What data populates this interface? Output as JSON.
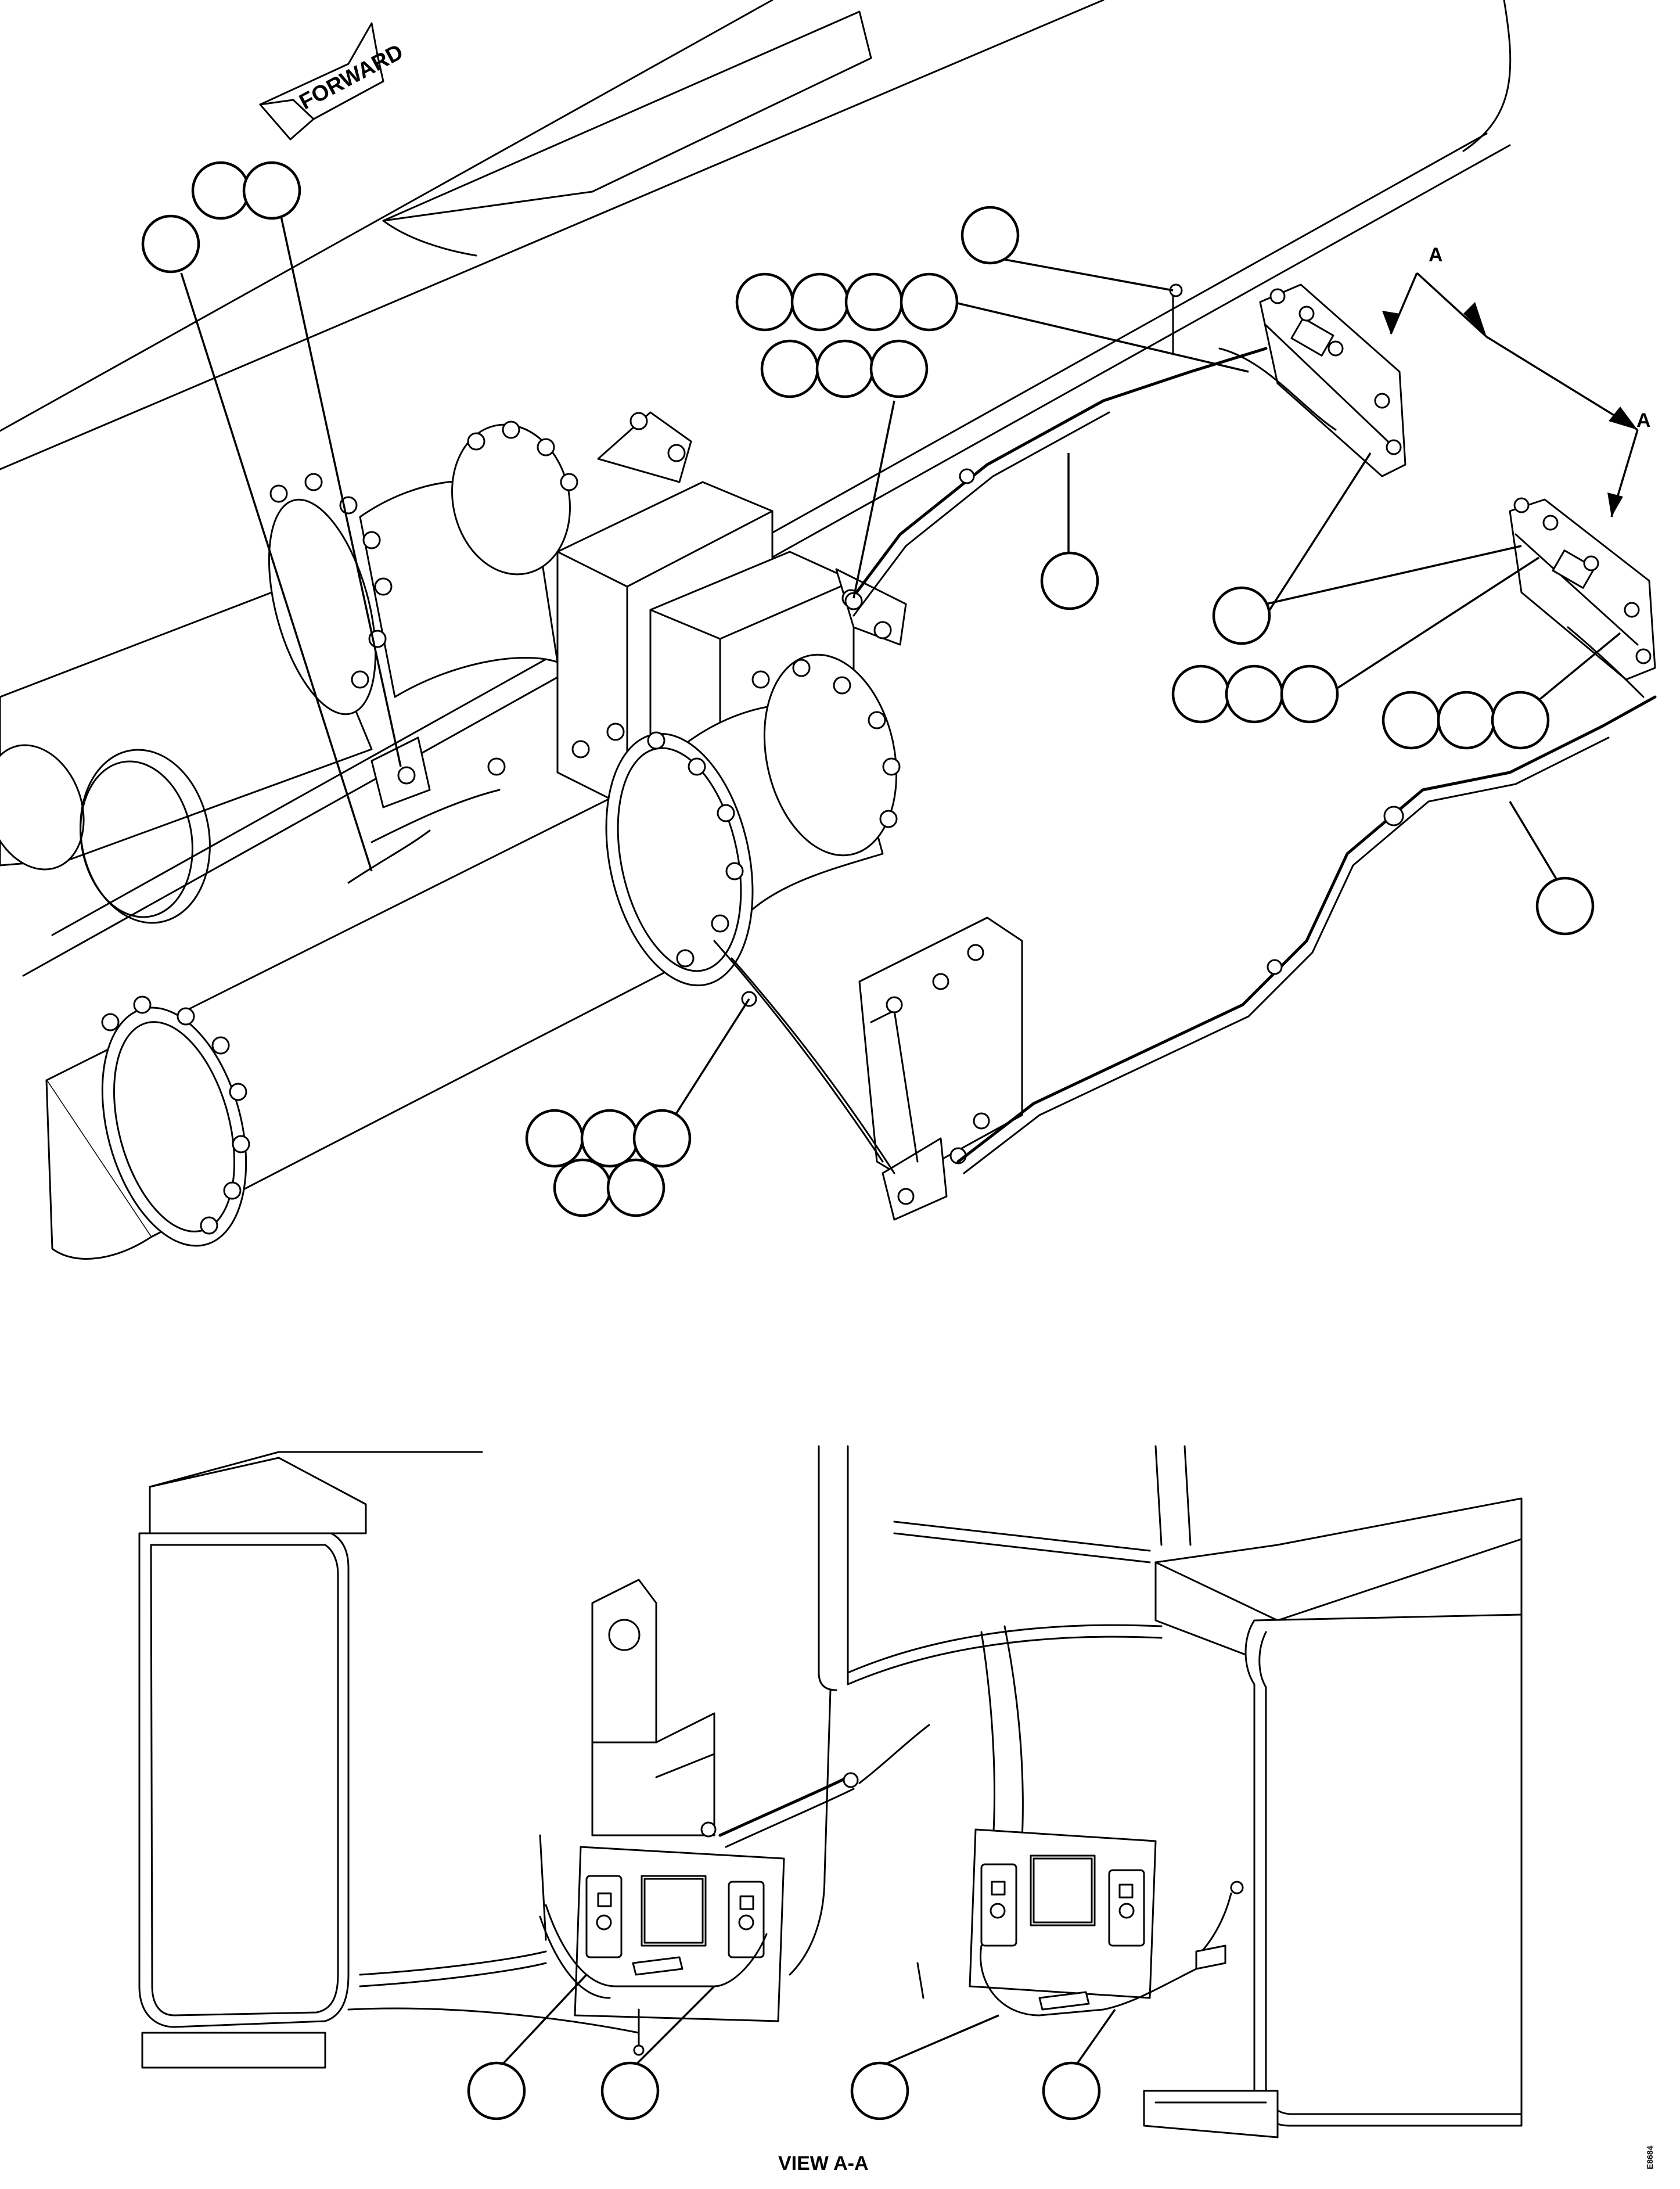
{
  "diagram": {
    "forward_label": "FORWARD",
    "section_markers": [
      "A",
      "A"
    ],
    "view_caption": "VIEW A-A",
    "drawing_number": "E8684"
  }
}
